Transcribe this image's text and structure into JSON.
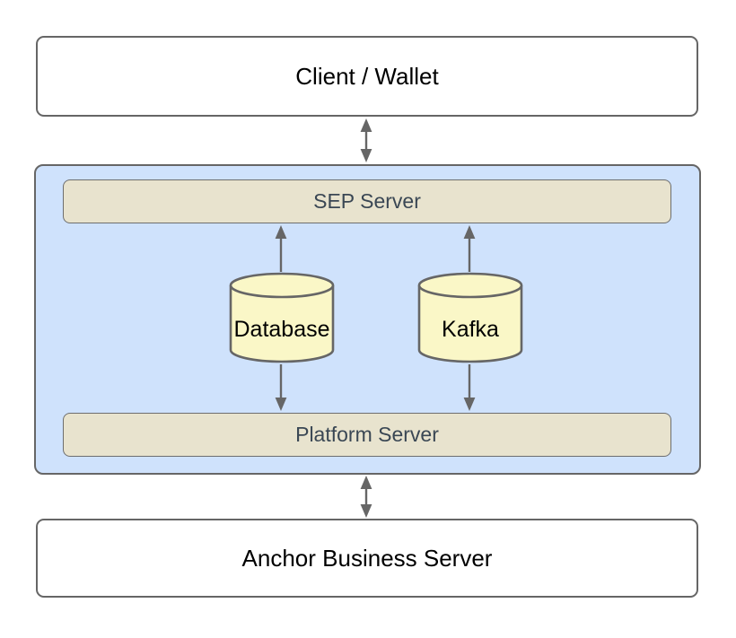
{
  "diagram": {
    "type": "architecture-diagram",
    "nodes": {
      "client_wallet": "Client / Wallet",
      "sep_server": "SEP Server",
      "database": "Database",
      "kafka": "Kafka",
      "platform_server": "Platform Server",
      "anchor_business_server": "Anchor Business Server"
    },
    "edges": [
      {
        "from": "Client / Wallet",
        "to": "SEP container",
        "style": "bidirectional"
      },
      {
        "from": "Database",
        "to": "SEP Server",
        "style": "arrow-up"
      },
      {
        "from": "Kafka",
        "to": "SEP Server",
        "style": "arrow-up"
      },
      {
        "from": "Database",
        "to": "Platform Server",
        "style": "arrow-down"
      },
      {
        "from": "Kafka",
        "to": "Platform Server",
        "style": "arrow-down"
      },
      {
        "from": "SEP container",
        "to": "Anchor Business Server",
        "style": "bidirectional"
      }
    ],
    "colors": {
      "background": "#FFFFFF",
      "box_fill": "#FFFFFF",
      "container_fill": "#CFE2FC",
      "bar_fill": "#E8E3CE",
      "cylinder_fill": "#FAF7C7",
      "border": "#666666",
      "arrow": "#666666",
      "bar_text": "#3A4754",
      "text": "#000000"
    }
  }
}
